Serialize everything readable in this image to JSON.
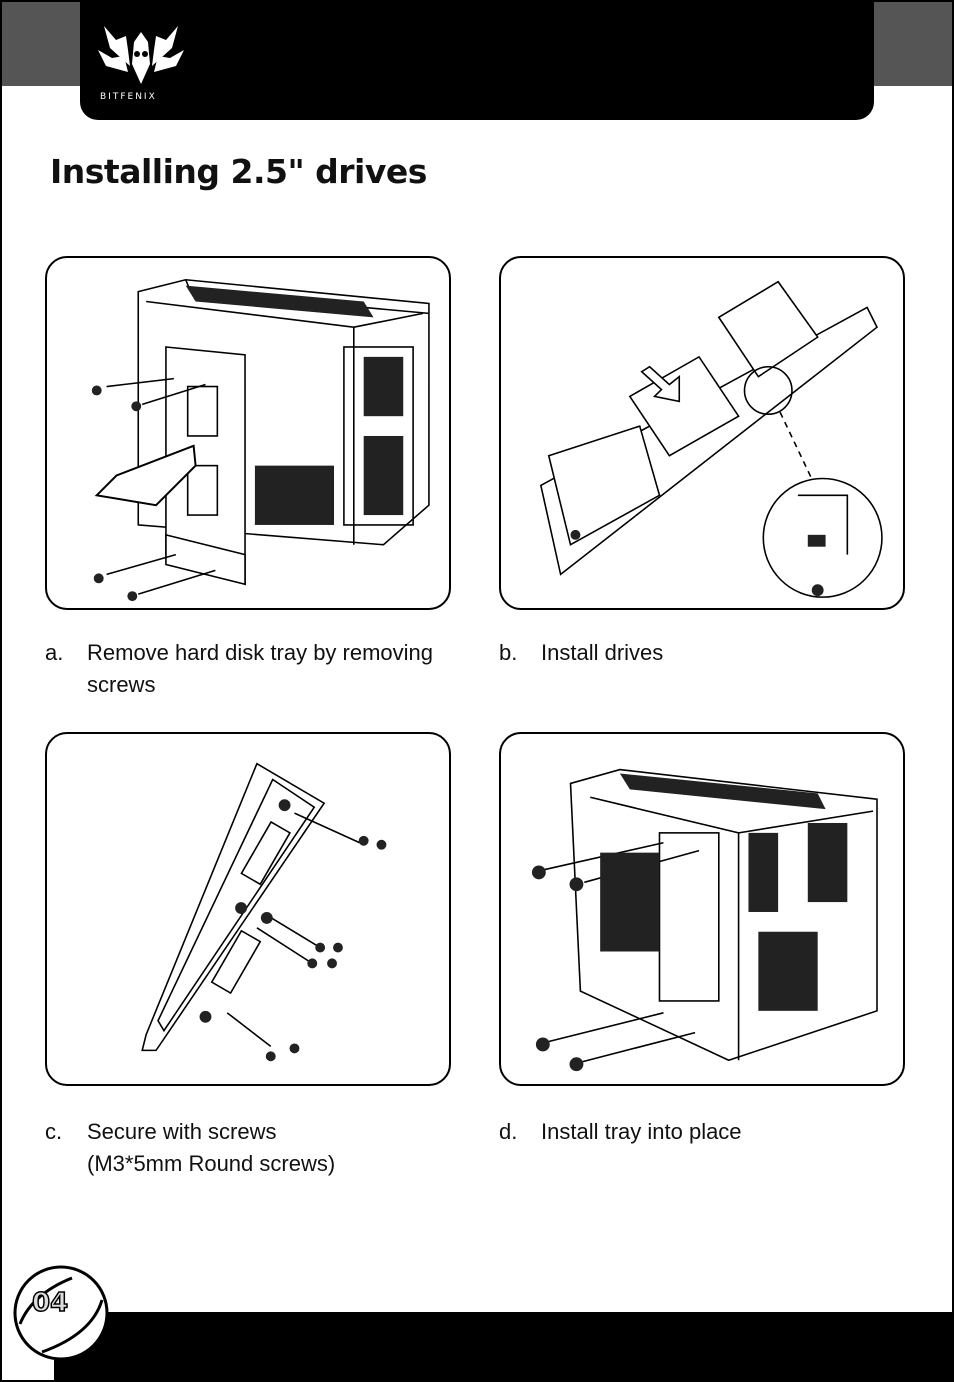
{
  "brand": {
    "logo_text": "BITFENIX"
  },
  "title": "Installing 2.5\" drives",
  "steps": [
    {
      "letter": "a.",
      "text": "Remove hard disk tray by removing screws"
    },
    {
      "letter": "b.",
      "text": "Install drives"
    },
    {
      "letter": "c.",
      "text": "Secure with screws (M3*5mm Round screws)"
    },
    {
      "letter": "d.",
      "text": "Install tray into place"
    }
  ],
  "page_number": "04"
}
